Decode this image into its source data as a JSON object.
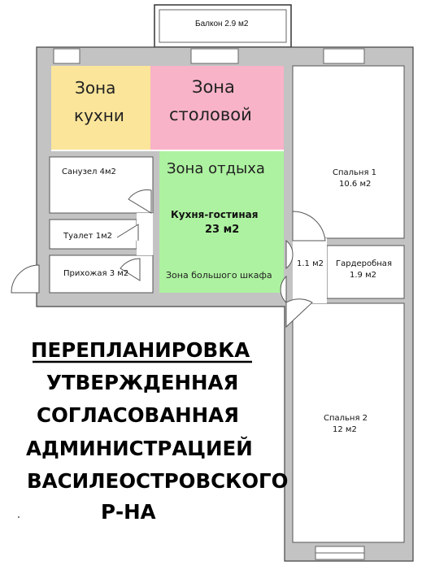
{
  "balcony": "Балкон 2.9 м2",
  "zones": {
    "kitchen_line1": "Зона",
    "kitchen_line2": "кухни",
    "dining_line1": "Зона",
    "dining_line2": "столовой",
    "rest": "Зона отдыха",
    "wardrobe_zone": "Зона большого шкафа"
  },
  "rooms": {
    "kitchen_living_name": "Кухня-гостиная",
    "kitchen_living_area": "23 м2",
    "bathroom": "Санузел 4м2",
    "toilet": "Туалет 1м2",
    "hallway": "Прихожая 3 м2",
    "corridor": "1.1 м2",
    "bedroom1_name": "Спальня 1",
    "bedroom1_area": "10.6 м2",
    "closet_name": "Гардеробная",
    "closet_area": "1.9 м2",
    "bedroom2_name": "Спальня 2",
    "bedroom2_area": "12 м2"
  },
  "colors": {
    "kitchen_zone": "#fbe59a",
    "dining_zone": "#f8b3c8",
    "rest_zone": "#adf2a0",
    "wall": "#c3c3c3"
  },
  "statement": [
    "ПЕРЕПЛАНИРОВКА",
    "УТВЕРЖДЕННАЯ",
    "СОГЛАСОВАННАЯ",
    "АДМИНИСТРАЦИЕЙ",
    "ВАСИЛЕОСТРОВСКОГО",
    "Р-НА"
  ]
}
